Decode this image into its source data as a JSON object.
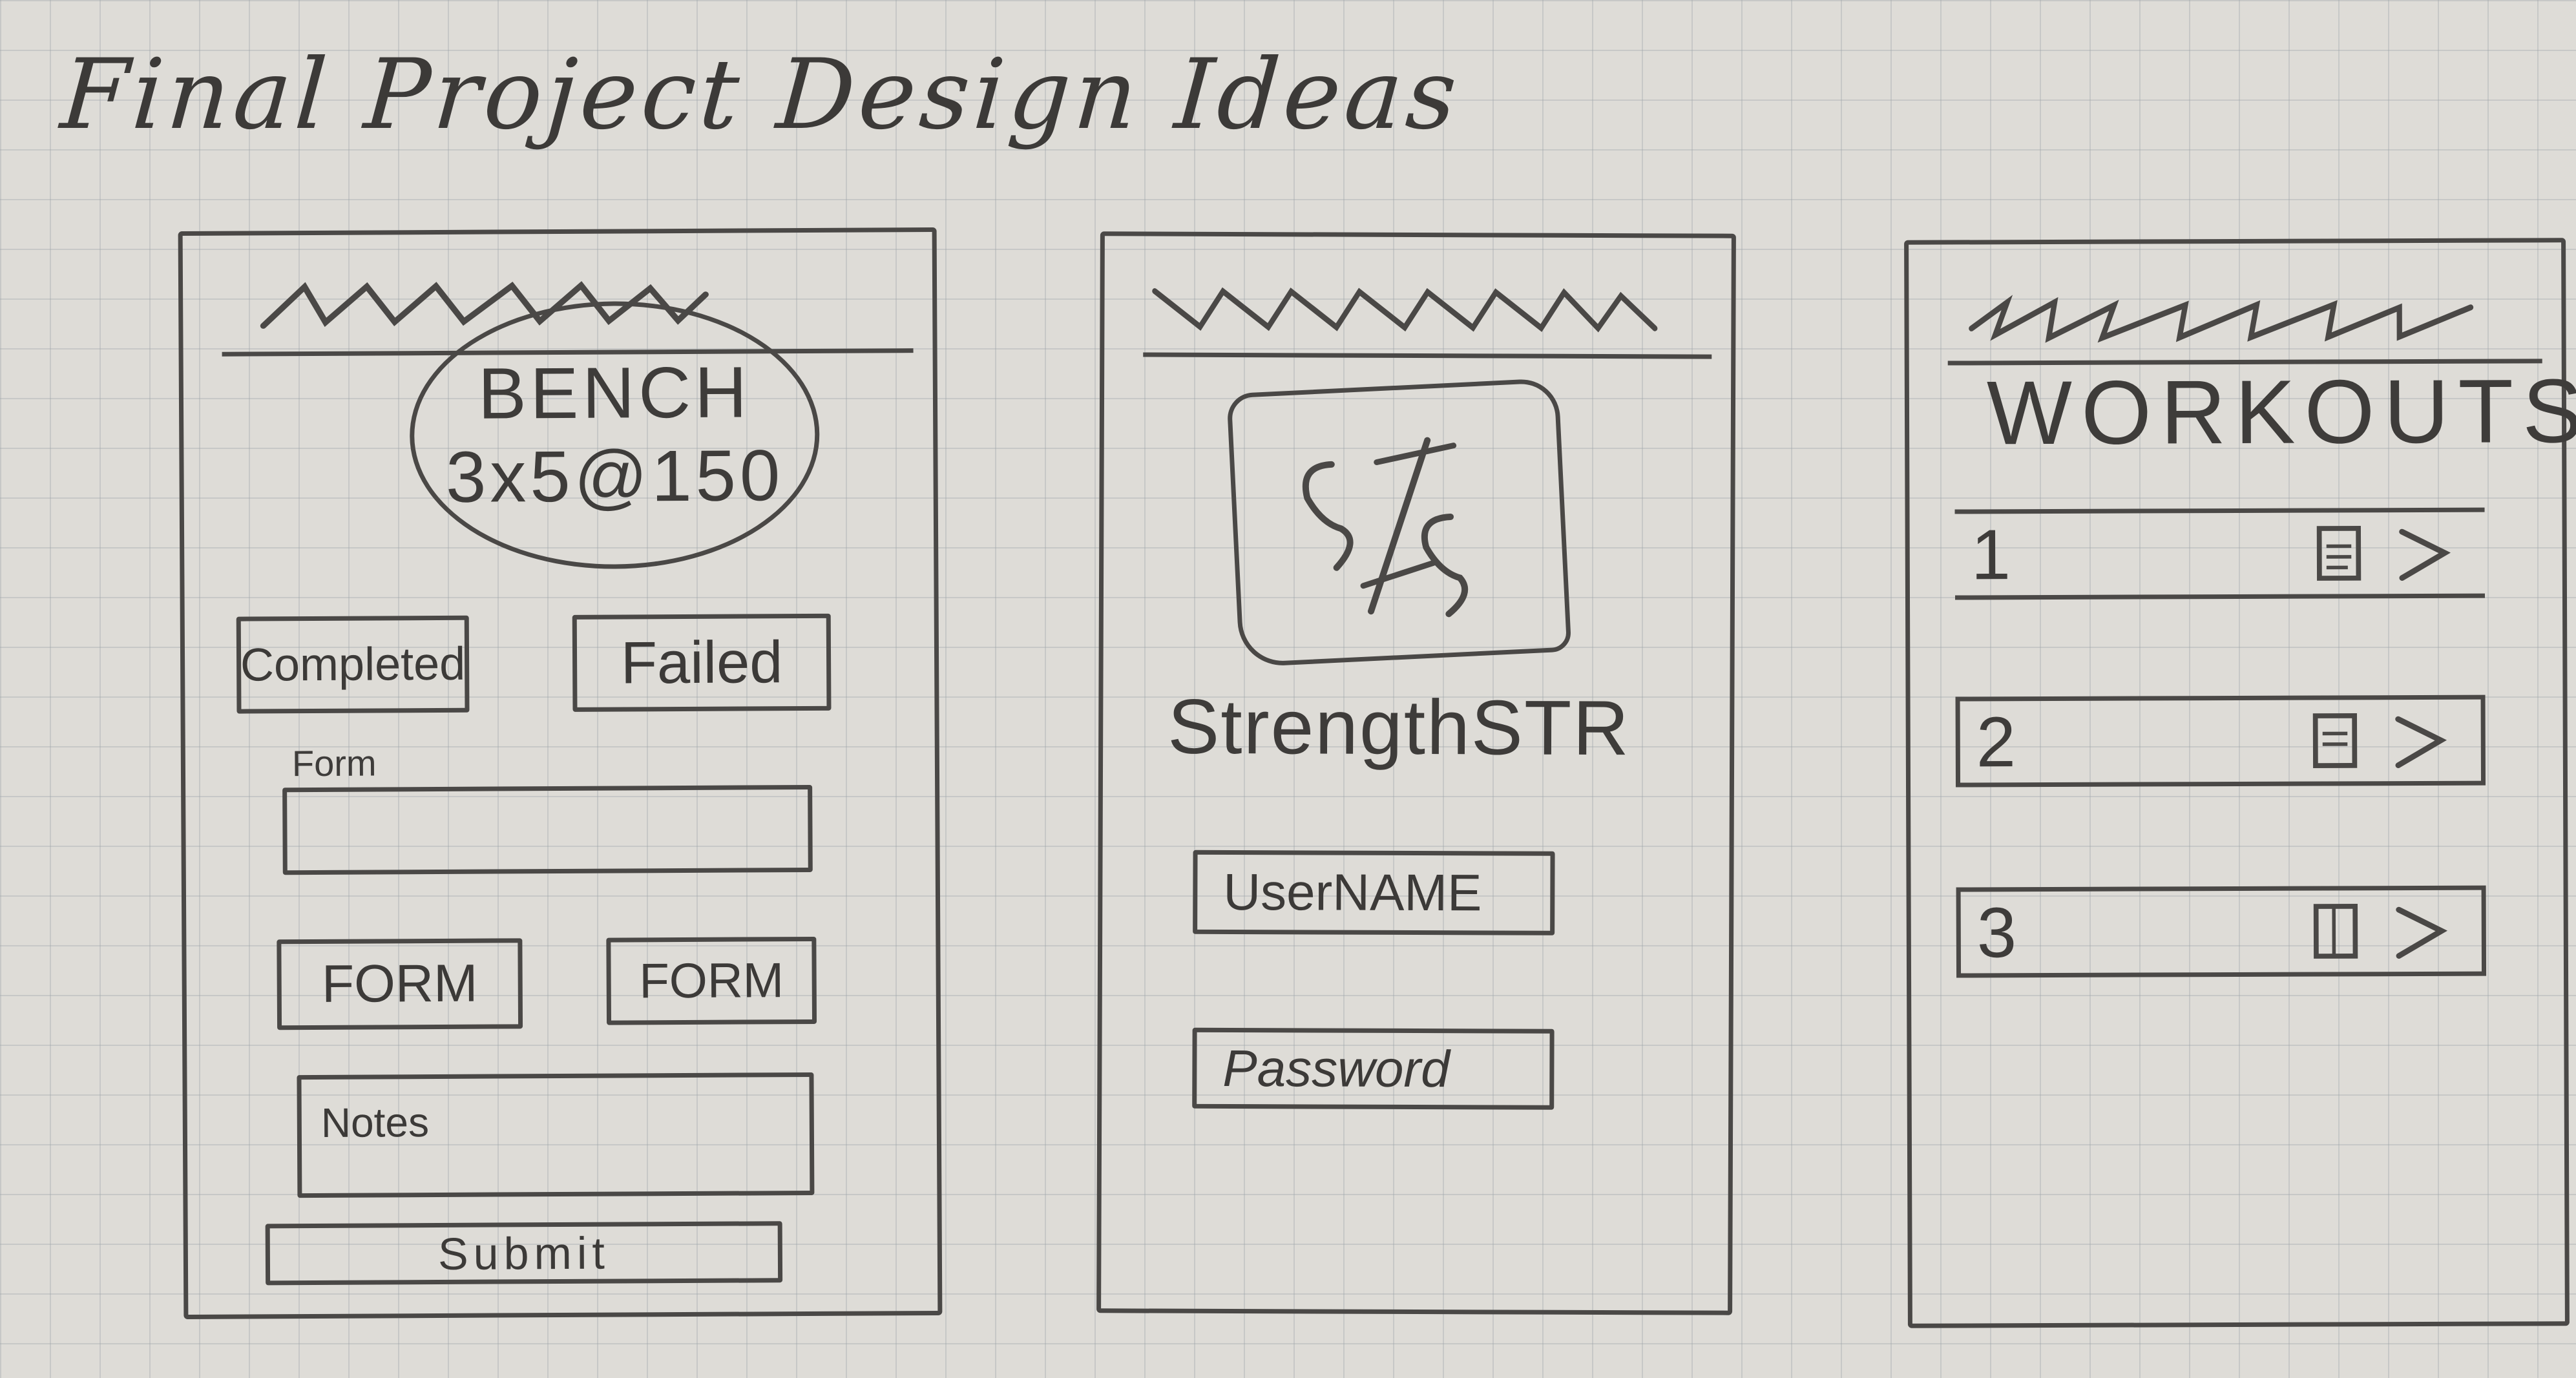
{
  "title": "Final Project Design Ideas",
  "screen_1": {
    "exercise_line1": "BENCH",
    "exercise_line2": "3x5@150",
    "completed_label": "Completed",
    "failed_label": "Failed",
    "form_label": "Form",
    "form_field_2": "FORM",
    "form_field_3": "FORM",
    "notes_placeholder": "Notes",
    "submit_label": "Submit"
  },
  "screen_2": {
    "logo_text": "S/S",
    "app_name": "StrengthSTR",
    "username_placeholder": "UserNAME",
    "password_placeholder": "Password"
  },
  "screen_3": {
    "title": "WORKOUTS",
    "workouts": [
      {
        "label": "1",
        "icon": "document-icon"
      },
      {
        "label": "2",
        "icon": "document-icon"
      },
      {
        "label": "3",
        "icon": "document-icon"
      }
    ]
  }
}
